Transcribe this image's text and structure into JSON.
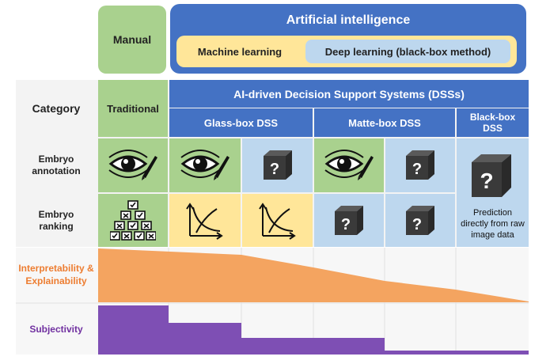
{
  "top": {
    "manual_label": "Manual",
    "ai_title": "Artificial intelligence",
    "ml_label": "Machine learning",
    "dl_label": "Deep learning (black-box method)"
  },
  "table": {
    "category_label": "Category",
    "traditional_label": "Traditional",
    "dss_title": "AI-driven Decision Support Systems (DSSs)",
    "glassbox_label": "Glass-box DSS",
    "mattebox_label": "Matte-box DSS",
    "blackbox_label": "Black-box DSS",
    "row1_label": "Embryo annotation",
    "row2_label": "Embryo ranking",
    "prediction_text": "Prediction directly from raw image data",
    "box_glyph": "?"
  },
  "metrics": {
    "interpretability_label": "Interpretability & Explainability",
    "subjectivity_label": "Subjectivity"
  },
  "colors": {
    "green": "#a9d18e",
    "blue": "#4472c4",
    "light_blue": "#bdd7ee",
    "yellow": "#ffe699",
    "orange": "#f4a460",
    "orange_text": "#ed7d31",
    "purple": "#7e4fb4"
  },
  "icons": [
    "eye-pen-icon",
    "question-box-icon",
    "decision-tree-icon",
    "curve-graph-icon"
  ]
}
